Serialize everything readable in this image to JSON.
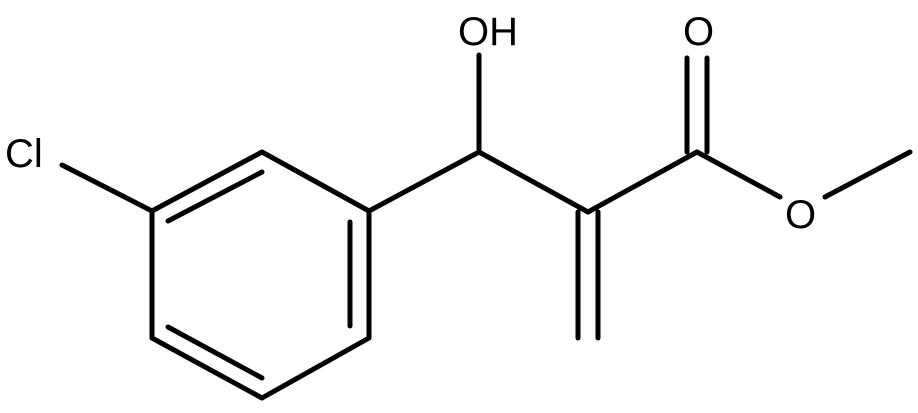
{
  "molecule": {
    "atoms": {
      "chlorine": "Cl",
      "hydroxyl": "OH",
      "carbonyl_oxygen": "O",
      "ester_oxygen": "O"
    }
  },
  "colors": {
    "bond": "#000000",
    "label": "#000000",
    "background": "#ffffff"
  }
}
